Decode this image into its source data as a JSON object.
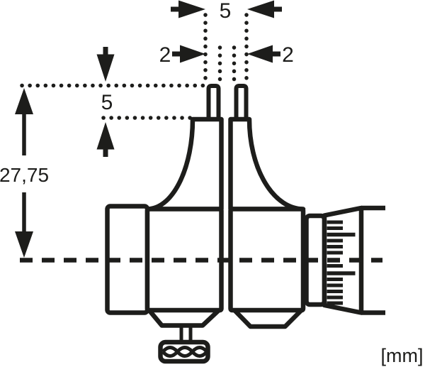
{
  "diagram": {
    "labels": {
      "pin_spacing": "5",
      "pin_width_left": "2",
      "pin_width_right": "2",
      "pin_length": "5",
      "center_height": "27,75",
      "unit": "[mm]"
    },
    "colors": {
      "ink": "#1d1d1b",
      "background": "#ffffff"
    }
  }
}
